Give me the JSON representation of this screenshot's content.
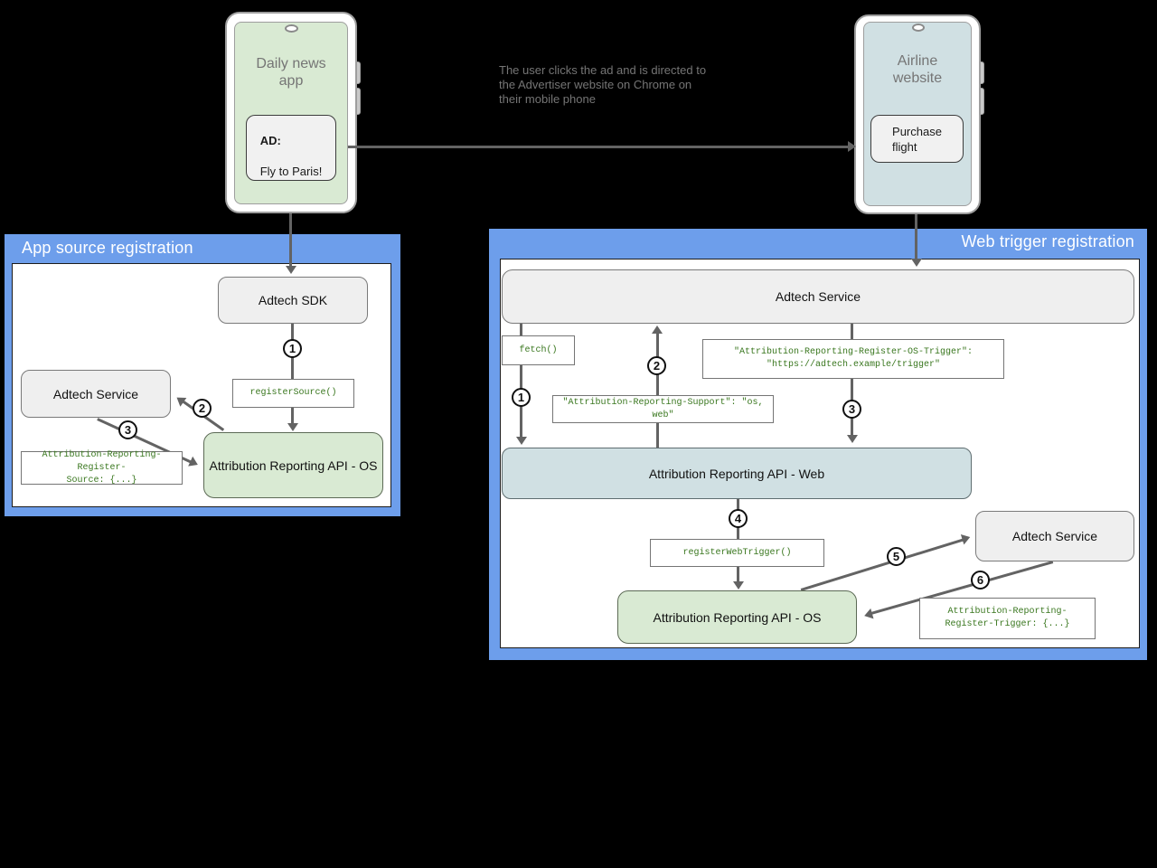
{
  "annotation": "The user clicks the ad and is directed to\nthe Advertiser website on Chrome on\ntheir mobile phone",
  "phone_left": {
    "app_title": "Daily news\napp",
    "ad_title": "AD:",
    "ad_text": "Fly to Paris!"
  },
  "phone_right": {
    "site_title": "Airline\nwebsite",
    "button_text": "Purchase\nflight"
  },
  "left_panel": {
    "title": "App source registration",
    "adtech_sdk_label": "Adtech SDK",
    "register_source_label": "registerSource()",
    "adtech_service_label": "Adtech Service",
    "api_os_label": "Attribution Reporting API - OS",
    "source_header_label": "Attribution-Reporting-Register-\nSource: {...}",
    "steps": [
      "1",
      "2",
      "3"
    ]
  },
  "right_panel": {
    "title": "Web trigger registration",
    "adtech_service_label": "Adtech Service",
    "fetch_label": "fetch()",
    "os_trigger_header_label": "\"Attribution-Reporting-Register-OS-Trigger\":\n\"https://adtech.example/trigger\"",
    "support_header_label": "\"Attribution-Reporting-Support\": \"os, web\"",
    "api_web_label": "Attribution Reporting API - Web",
    "register_web_trigger_label": "registerWebTrigger()",
    "api_os_label": "Attribution Reporting API - OS",
    "adtech_service_bottom_label": "Adtech Service",
    "trigger_header_label": "Attribution-Reporting-\nRegister-Trigger: {...}",
    "steps": [
      "1",
      "2",
      "3",
      "4",
      "5",
      "6"
    ]
  },
  "colors": {
    "panel_blue": "#6d9eeb",
    "box_green": "#d9ead3",
    "box_bluegray": "#d0e0e3",
    "box_gray": "#efefef",
    "code_green": "#38761d",
    "arrow_gray": "#636363",
    "background": "#000000"
  }
}
